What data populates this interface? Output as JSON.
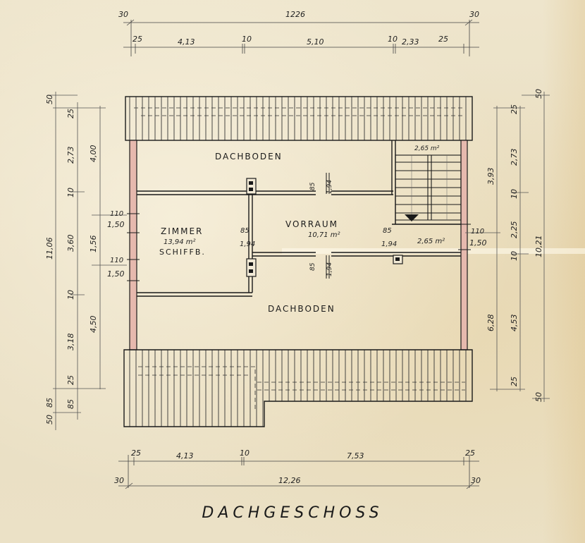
{
  "drawing": {
    "title": "DACHGESCHOSS",
    "paper_color": "#ece2c8",
    "line_color": "#1a1a1a",
    "wall_fill_color": "#e6b9ae"
  },
  "rooms": [
    {
      "name": "DACHBODEN",
      "area": "",
      "position": "top"
    },
    {
      "name": "ZIMMER",
      "area": "13,94 m²",
      "note": "SCHIFFB.",
      "position": "left"
    },
    {
      "name": "VORRAUM",
      "area": "10,71 m²",
      "position": "center"
    },
    {
      "name": "DACHBODEN",
      "area": "",
      "position": "bottom"
    },
    {
      "name": "",
      "area": "2,65 m²",
      "position": "stair-top"
    },
    {
      "name": "",
      "area": "2,65 m²",
      "position": "stair-landing"
    }
  ],
  "dimensions": {
    "top_total": {
      "left_offset": "30",
      "total": "1226",
      "right_offset": "30"
    },
    "top_segments": [
      "25",
      "4,13",
      "10",
      "5,10",
      "10",
      "2,33",
      "25"
    ],
    "bottom_segments": [
      "25",
      "4,13",
      "10",
      "7,53",
      "25"
    ],
    "bottom_total": {
      "left_offset": "30",
      "total": "12,26",
      "right_offset": "30"
    },
    "left_outer": [
      "50",
      "11,06",
      "50",
      "85"
    ],
    "left_middle": [
      "25",
      "2,73",
      "10",
      "3,60",
      "10",
      "3,18",
      "25",
      "85"
    ],
    "left_inner": [
      "4,00",
      "1,56",
      "4,50"
    ],
    "left_windows": [
      {
        "width": "110",
        "height": "1,50"
      },
      {
        "width": "110",
        "height": "1,50"
      }
    ],
    "right_outer": [
      "50",
      "10,21",
      "50"
    ],
    "right_middle": [
      "25",
      "2,73",
      "10",
      "2,25",
      "10",
      "4,53",
      "25"
    ],
    "right_inner": [
      "3,93",
      "6,28"
    ],
    "right_window": {
      "width": "110",
      "height": "1,50"
    },
    "doors": [
      {
        "width": "85",
        "height": "1,94",
        "position": "dachboden-top"
      },
      {
        "width": "85",
        "height": "1,94",
        "position": "zimmer"
      },
      {
        "width": "85",
        "height": "1,94",
        "position": "stair"
      },
      {
        "width": "85",
        "height": "1,94",
        "position": "dachboden-bottom"
      }
    ]
  }
}
